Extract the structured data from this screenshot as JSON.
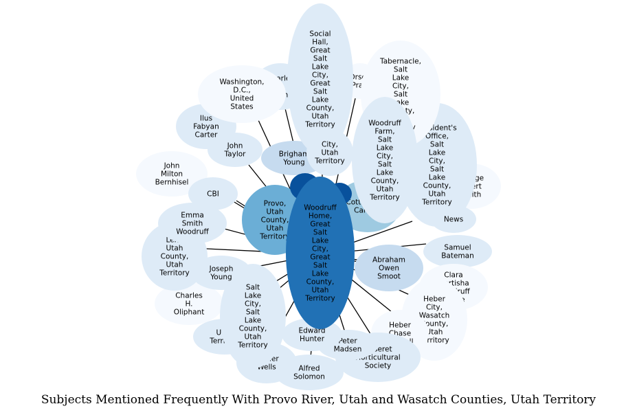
{
  "caption": "Subjects Mentioned Frequently With Provo River, Utah and Wasatch Counties, Utah Territory",
  "colors": {
    "lightest": "#f5f9fe",
    "light": "#deebf7",
    "pale": "#c6dbef",
    "sky": "#9ecae1",
    "medium": "#6baed6",
    "strong": "#2171b5",
    "darkest": "#08519c",
    "edge": "#000000"
  },
  "nodes": [
    {
      "id": "charles-h-oliphant",
      "lines": [
        "Charles",
        "H.",
        "Oliphant"
      ],
      "tone": "lightest"
    },
    {
      "id": "lehi-utah-county",
      "lines": [
        "Lehi,",
        "Utah",
        "County,",
        "Utah",
        "Territory"
      ],
      "tone": "light"
    },
    {
      "id": "emma-smith-woodruff",
      "lines": [
        "Emma",
        "Smith",
        "Woodruff"
      ],
      "tone": "light"
    },
    {
      "id": "john-milton-bernhisel",
      "lines": [
        "John",
        "Milton",
        "Bernhisel"
      ],
      "tone": "lightest"
    },
    {
      "id": "cbi",
      "lines": [
        "CBI"
      ],
      "tone": "light"
    },
    {
      "id": "ilus-fabyan-carter",
      "lines": [
        "Ilus",
        "Fabyan",
        "Carter"
      ],
      "tone": "light"
    },
    {
      "id": "john-taylor",
      "lines": [
        "John",
        "Taylor"
      ],
      "tone": "light"
    },
    {
      "id": "charles-c-rich",
      "lines": [
        "Charles",
        "C.",
        "Rich"
      ],
      "tone": "light"
    },
    {
      "id": "washington-dc",
      "lines": [
        "Washington,",
        "D.C.,",
        "United",
        "States"
      ],
      "tone": "lightest"
    },
    {
      "id": "brigham-young",
      "lines": [
        "Brigham",
        "Young"
      ],
      "tone": "pale"
    },
    {
      "id": "orson-pratt",
      "lines": [
        "Orson",
        "Pratt"
      ],
      "tone": "lightest"
    },
    {
      "id": "george-albert-smith",
      "lines": [
        "George",
        "Albert",
        "Smith"
      ],
      "tone": "lightest"
    },
    {
      "id": "presidents-office",
      "lines": [
        "President's",
        "Office,",
        "Salt",
        "Lake",
        "City,",
        "Salt",
        "Lake",
        "County,",
        "Utah",
        "Territory"
      ],
      "tone": "light"
    },
    {
      "id": "tabernacle-slc",
      "lines": [
        "Tabernacle,",
        "Salt",
        "Lake",
        "City,",
        "Salt",
        "Lake",
        "County,",
        "Utah",
        "Territory"
      ],
      "tone": "lightest"
    },
    {
      "id": "social-hall",
      "lines": [
        "Social",
        "Hall,",
        "Great",
        "Salt",
        "Lake",
        "City,",
        "Great",
        "Salt",
        "Lake",
        "County,",
        "Utah",
        "Territory"
      ],
      "tone": "light"
    },
    {
      "id": "slc-territory-mid",
      "lines": [
        "City,",
        "Utah",
        "Territory"
      ],
      "tone": "light"
    },
    {
      "id": "cottonwood-canyon",
      "lines": [
        "Cottonwood",
        "Canyon"
      ],
      "tone": "sky"
    },
    {
      "id": "woodruff-farm",
      "lines": [
        "Woodruff",
        "Farm,",
        "Salt",
        "Lake",
        "City,",
        "Salt",
        "Lake",
        "County,",
        "Utah",
        "Territory"
      ],
      "tone": "light"
    },
    {
      "id": "news",
      "lines": [
        "News"
      ],
      "tone": "light"
    },
    {
      "id": "samuel-bateman",
      "lines": [
        "Samuel",
        "Bateman"
      ],
      "tone": "light"
    },
    {
      "id": "abraham-owen-smoot",
      "lines": [
        "Abraham",
        "Owen",
        "Smoot"
      ],
      "tone": "pale"
    },
    {
      "id": "clara-martisha-woodruff",
      "lines": [
        "Clara",
        "Martisha",
        "Woodruff",
        "Beebe"
      ],
      "tone": "lightest"
    },
    {
      "id": "heber-city",
      "lines": [
        "Heber",
        "City,",
        "Wasatch",
        "County,",
        "Utah",
        "Territory"
      ],
      "tone": "lightest"
    },
    {
      "id": "heber-chase-kimball",
      "lines": [
        "Heber",
        "Chase",
        "Kimball"
      ],
      "tone": "lightest"
    },
    {
      "id": "horticultural-society",
      "lines": [
        "Deseret",
        "Horticultural",
        "Society"
      ],
      "tone": "light"
    },
    {
      "id": "peter-madsen",
      "lines": [
        "Peter",
        "Madsen"
      ],
      "tone": "light"
    },
    {
      "id": "alfred-solomon",
      "lines": [
        "Alfred",
        "Solomon"
      ],
      "tone": "light"
    },
    {
      "id": "edward-hunter",
      "lines": [
        "Edward",
        "Hunter"
      ],
      "tone": "light"
    },
    {
      "id": "homer-duncan-wells",
      "lines": [
        "Homer",
        "Wells"
      ],
      "tone": "light"
    },
    {
      "id": "utah-territory",
      "lines": [
        "Utah",
        "Territory"
      ],
      "tone": "light"
    },
    {
      "id": "salt-lake-city-county",
      "lines": [
        "Salt",
        "Lake",
        "City,",
        "Salt",
        "Lake",
        "County,",
        "Utah",
        "Territory"
      ],
      "tone": "light"
    },
    {
      "id": "joseph-young",
      "lines": [
        "Joseph",
        "Young"
      ],
      "tone": "light"
    },
    {
      "id": "provo-utah-county",
      "lines": [
        "Provo,",
        "Utah",
        "County,",
        "Utah",
        "Territory"
      ],
      "tone": "medium"
    },
    {
      "id": "dark-small-a",
      "lines": [],
      "tone": "darkest"
    },
    {
      "id": "dark-small-b",
      "lines": [],
      "tone": "darkest"
    },
    {
      "id": "woodruff-home",
      "lines": [
        "Woodruff",
        "Home,",
        "Great",
        "Salt",
        "Lake",
        "City,",
        "Great",
        "Salt",
        "Lake",
        "County,",
        "Utah",
        "Territory"
      ],
      "tone": "strong"
    }
  ]
}
